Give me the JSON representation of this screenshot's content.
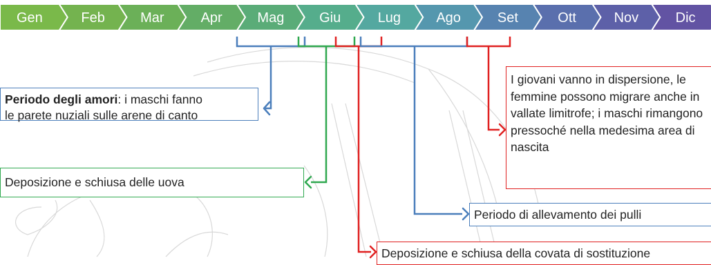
{
  "months": [
    {
      "label": "Gen",
      "color": "#7ab94a"
    },
    {
      "label": "Feb",
      "color": "#74b34f"
    },
    {
      "label": "Mar",
      "color": "#6bb058"
    },
    {
      "label": "Apr",
      "color": "#63ad66"
    },
    {
      "label": "Mag",
      "color": "#5aac78"
    },
    {
      "label": "Giu",
      "color": "#55ad8c"
    },
    {
      "label": "Lug",
      "color": "#54a8a0"
    },
    {
      "label": "Ago",
      "color": "#5597ae"
    },
    {
      "label": "Set",
      "color": "#5783b0"
    },
    {
      "label": "Ott",
      "color": "#5a6fad"
    },
    {
      "label": "Nov",
      "color": "#5d60a8"
    },
    {
      "label": "Dic",
      "color": "#6253a3"
    }
  ],
  "notes": {
    "amori_bold": "Periodo degli amori",
    "amori_rest": ": i maschi fanno",
    "amori_line2": "le parete nuziali sulle arene di canto",
    "deposizione": "Deposizione e schiusa delle uova",
    "dispersione": "I giovani vanno in dispersione, le femmine possono migrare anche in vallate limitrofe; i maschi rimangono pressoché nella medesima area di nascita",
    "allevamento": "Periodo di allevamento dei pulli",
    "sostituzione": "Deposizione e schiusa della covata di sostituzione"
  },
  "colors": {
    "blue": "#4a7ebb",
    "green": "#2fa84f",
    "red": "#e02020"
  }
}
